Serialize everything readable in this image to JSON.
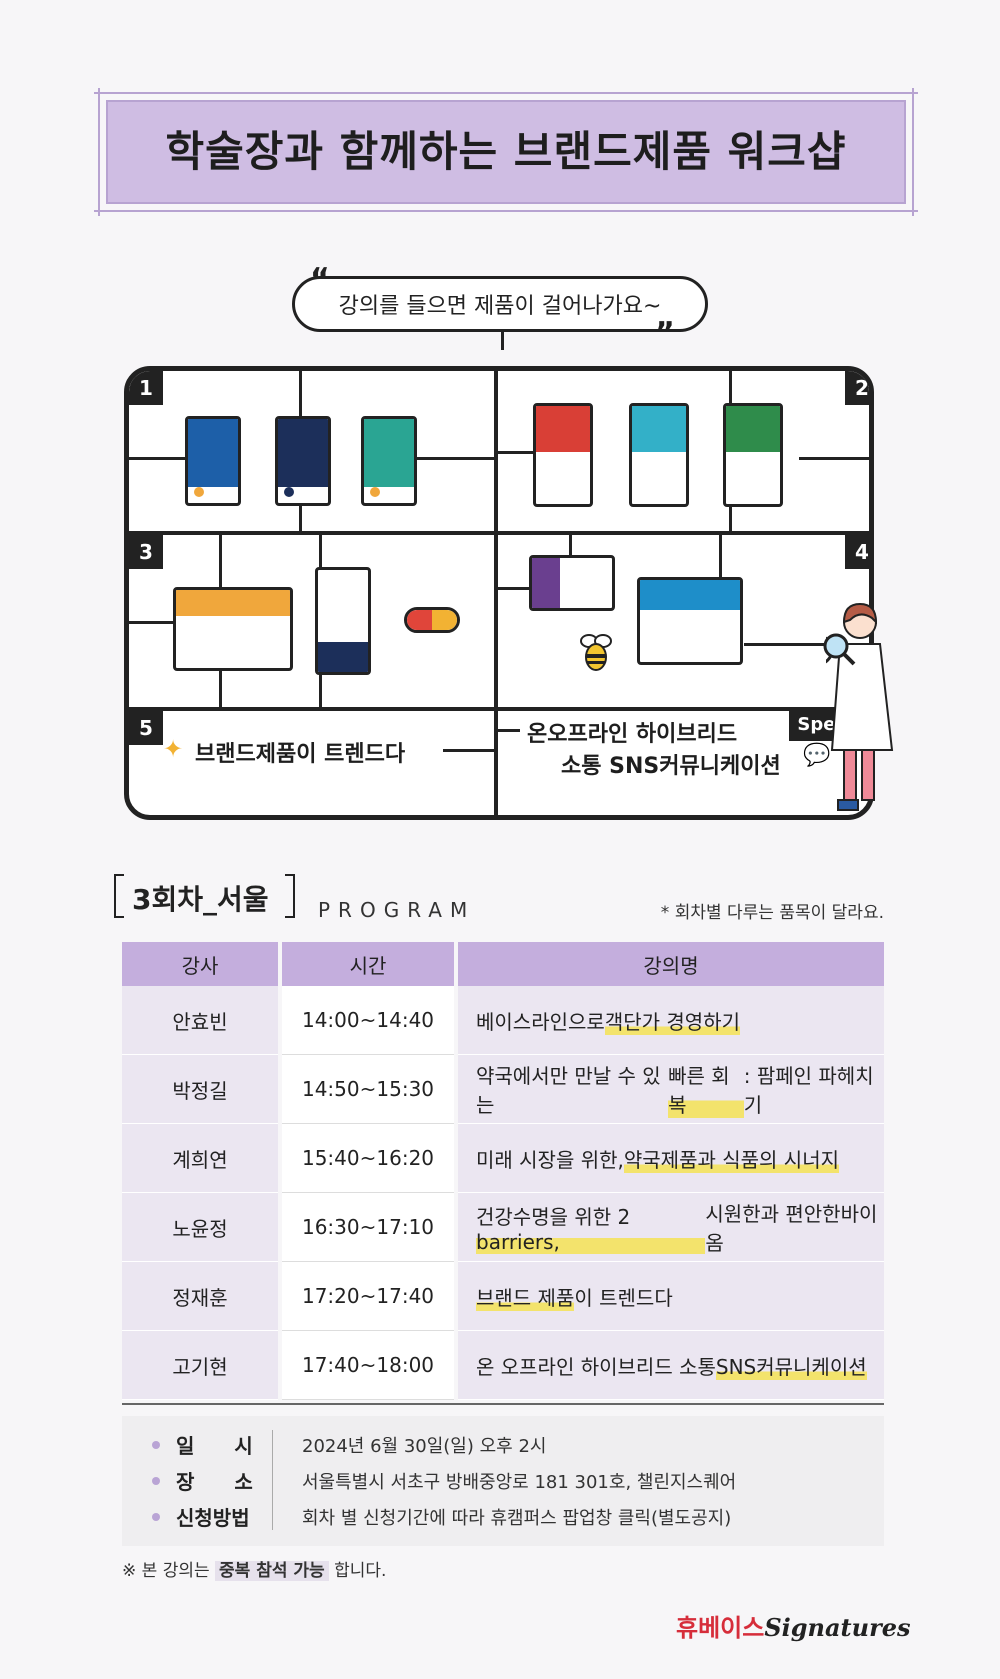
{
  "title": "학술장과 함께하는 브랜드제품 워크샵",
  "bubble": "강의를 들으면 제품이 걸어나가요~",
  "quotes": {
    "open": "“",
    "close": "”"
  },
  "board": {
    "numbers": [
      "1",
      "2",
      "3",
      "4",
      "5"
    ],
    "special": "Special",
    "cell5_text": "브랜드제품이 트렌드다",
    "special_text_line1": "온오프라인 하이브리드",
    "special_text_line2": "소통 SNS커뮤니케이션"
  },
  "program": {
    "session": "3회차_서울",
    "label": "PROGRAM",
    "note": "* 회차별 다루는 품목이 달라요.",
    "headers": [
      "강사",
      "시간",
      "강의명"
    ],
    "rows": [
      {
        "speaker": "안효빈",
        "time": "14:00~14:40",
        "pre": "베이스라인으로 ",
        "hl": "객단가 경영하기",
        "post": ""
      },
      {
        "speaker": "박정길",
        "time": "14:50~15:30",
        "pre": "약국에서만 만날 수 있는 ",
        "hl": "빠른 회복",
        "post": " : 팜페인 파헤치기"
      },
      {
        "speaker": "계희연",
        "time": "15:40~16:20",
        "pre": "미래 시장을 위한, ",
        "hl": "약국제품과 식품의 시너지",
        "post": ""
      },
      {
        "speaker": "노윤정",
        "time": "16:30~17:10",
        "pre": "",
        "hl": "건강수명을 위한 2 barriers,",
        "post": " 시원한과  편안한바이옴"
      },
      {
        "speaker": "정재훈",
        "time": "17:20~17:40",
        "pre": "",
        "hl": "브랜드 제품",
        "post": "이 트렌드다"
      },
      {
        "speaker": "고기현",
        "time": "17:40~18:00",
        "pre": " 온 오프라인 하이브리드 소통 ",
        "hl": "SNS커뮤니케이션",
        "post": ""
      }
    ]
  },
  "info": {
    "items": [
      {
        "label": "일　　시",
        "value": "2024년 6월 30일(일) 오후 2시"
      },
      {
        "label": "장　　소",
        "value": "서울특별시 서초구 방배중앙로 181 301호, 챌린지스퀘어"
      },
      {
        "label": "신청방법",
        "value": "회차 별 신청기간에 따라 휴캠퍼스 팝업창 클릭(별도공지)"
      }
    ]
  },
  "footnote": {
    "pre": "※ 본 강의는 ",
    "bold": "중복 참석 가능",
    "post": " 합니다."
  },
  "logo": {
    "kr": "휴베이스",
    "en": "Signatures"
  },
  "colors": {
    "accent": "#c4aedd",
    "highlight": "#f3e36c",
    "brand_red": "#d62d3a"
  }
}
